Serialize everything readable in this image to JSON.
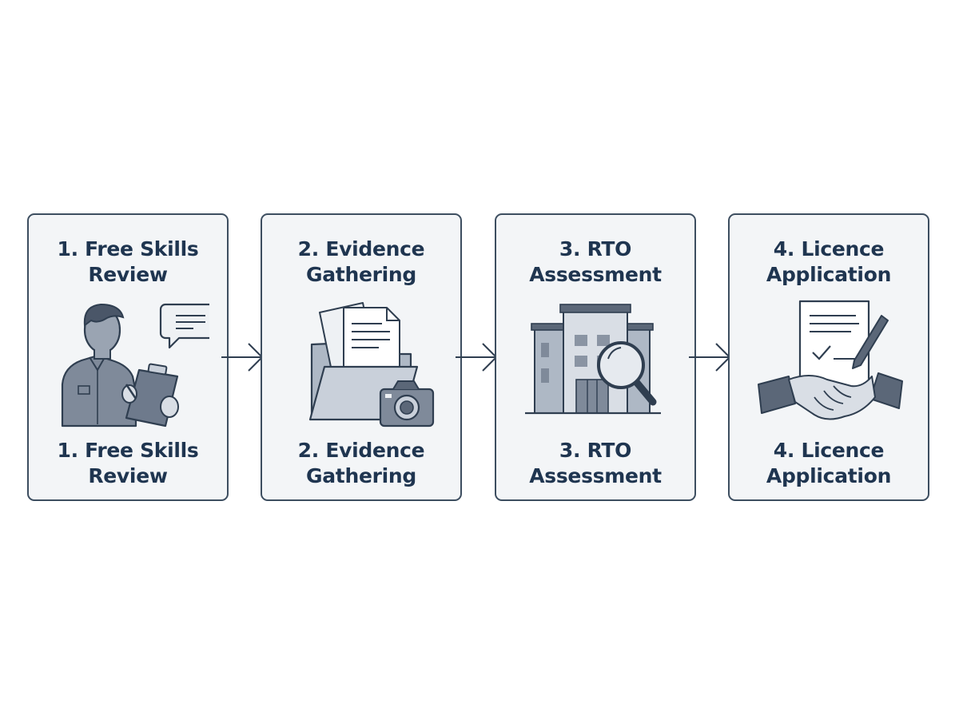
{
  "steps": [
    {
      "top_label": "1. Free Skills Review",
      "bottom_label": "1. Free Skills Review",
      "icon": "person-clipboard-icon"
    },
    {
      "top_label": "2. Evidence Gathering",
      "bottom_label": "2. Evidence Gathering",
      "icon": "folder-camera-icon"
    },
    {
      "top_label": "3. RTO Assessment",
      "bottom_label": "3. RTO Assessment",
      "icon": "building-magnifier-icon"
    },
    {
      "top_label": "4. Licence Application",
      "bottom_label": "4. Licence Application",
      "icon": "handshake-document-icon"
    }
  ],
  "colors": {
    "card_border": "#3d4e60",
    "card_fill": "#f3f5f7",
    "text": "#1f3550",
    "icon_stroke": "#2f3e50",
    "icon_fill_light": "#c9d0da",
    "icon_fill_mid": "#8a94a3",
    "icon_fill_dark": "#5b6778"
  }
}
